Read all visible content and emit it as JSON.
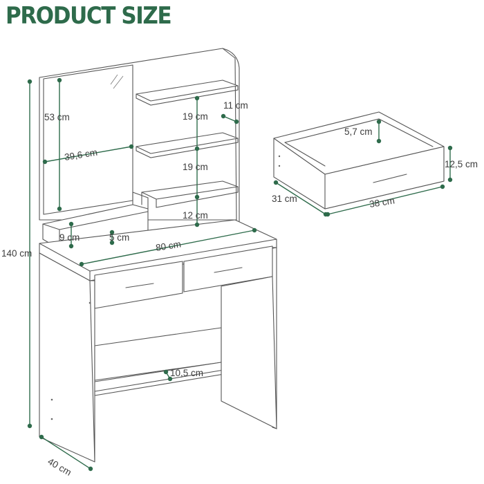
{
  "title": "PRODUCT SIZE",
  "accent_color": "#2e6b4b",
  "dimensions": {
    "height_total": "140 cm",
    "depth": "40 cm",
    "width": "80 cm",
    "mirror_height": "53 cm",
    "mirror_width": "39,6 cm",
    "shelf_spacing_top": "19 cm",
    "shelf_spacing_middle": "19 cm",
    "shelf_spacing_bottom": "12 cm",
    "shelf_depth": "11 cm",
    "tray_height": "9 cm",
    "tray_depth": "5 cm",
    "lower_shelf_height": "10,5 cm",
    "drawer_inner_height": "5,7 cm",
    "drawer_height": "12,5 cm",
    "drawer_depth": "31 cm",
    "drawer_width": "38 cm"
  }
}
